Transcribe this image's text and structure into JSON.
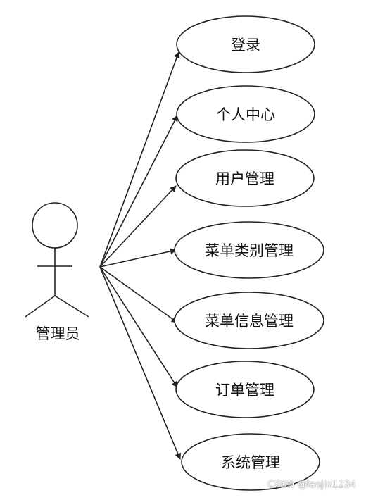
{
  "actor": {
    "name": "管理员"
  },
  "use_cases": [
    {
      "label": "登录"
    },
    {
      "label": "个人中心"
    },
    {
      "label": "用户管理"
    },
    {
      "label": "菜单类别管理"
    },
    {
      "label": "菜单信息管理"
    },
    {
      "label": "订单管理"
    },
    {
      "label": "系统管理"
    }
  ],
  "watermark": "CSDN @laojin1234",
  "colors": {
    "stroke": "#222222",
    "ellipse_fill": "#ffffff",
    "text": "#111111"
  }
}
